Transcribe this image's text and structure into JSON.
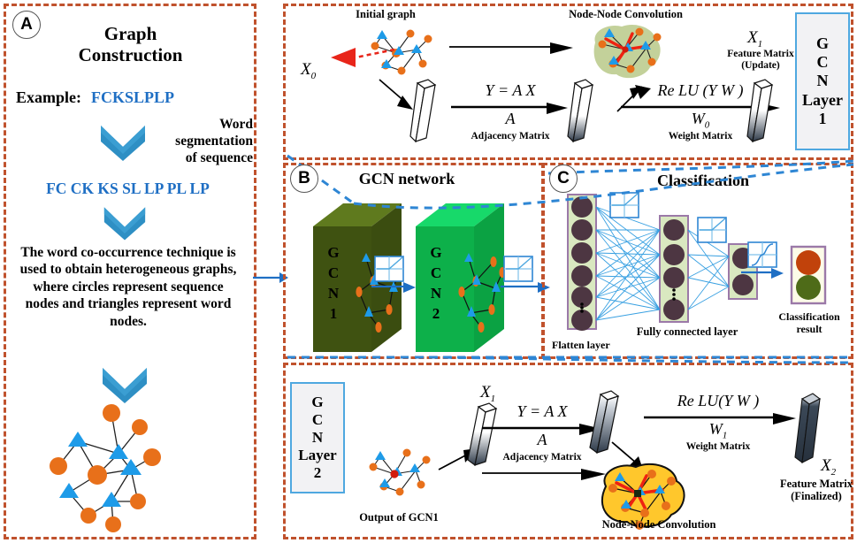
{
  "figure": {
    "type": "pipeline-diagram",
    "colors": {
      "panel_border": "#C0522D",
      "blue_dashed": "#2E86D4",
      "accent_blue": "#1F6FC4",
      "gcn1_green": "#3F5211",
      "gcn2_green": "#0DB04A",
      "node_circle_orange": "#E8701A",
      "node_triangle_blue": "#1E9BE8",
      "conv_blob_top": "#C3D19A",
      "conv_blob_bottom": "#FFC72C",
      "fc_node": "#4D3642",
      "fc_column": "#D9E8C0",
      "result_top": "#C1420B",
      "result_bottom": "#4E6B18"
    }
  },
  "panelA": {
    "badge": "A",
    "title_line1": "Graph",
    "title_line2": "Construction",
    "example_label": "Example:",
    "example_value": "FCKSLPLP",
    "arrow1_label_line1": "Word",
    "arrow1_label_line2": "segmentation",
    "arrow1_label_line3": "of sequence",
    "segmented": "FC CK KS SL LP PL LP",
    "description": "The word co-occurrence technique is used to obtain heterogeneous graphs, where circles represent sequence nodes and triangles represent word nodes."
  },
  "layer1": {
    "initial_graph_label": "Initial graph",
    "x0": "X",
    "x0_sub": "0",
    "eq1_main": "Y  =  A X",
    "eq1_den": "A",
    "eq1_den_label": "Adjacency Matrix",
    "conv_label": "Node-Node Convolution",
    "eq2_main": "Re LU (Y W )",
    "eq2_den": "W",
    "eq2_den_sub": "0",
    "eq2_den_label": "Weight Matrix",
    "x1": "X",
    "x1_sub": "1",
    "feature_label_line1": "Feature Matrix",
    "feature_label_line2": "(Update)",
    "box_letters": [
      "G",
      "C",
      "N",
      "Layer",
      "1"
    ]
  },
  "panelB": {
    "badge": "B",
    "title": "GCN network",
    "block1": [
      "G",
      "C",
      "N",
      "1"
    ],
    "block2": [
      "G",
      "C",
      "N",
      "2"
    ],
    "activation_icon": "relu-icon"
  },
  "panelC": {
    "badge": "C",
    "title": "Classification",
    "flatten_label": "Flatten layer",
    "fc_label": "Fully connected layer",
    "result_label_line1": "Classification",
    "result_label_line2": "result",
    "relu_icon": "relu-icon",
    "sigmoid_icon": "sigmoid-icon",
    "flatten_nodes": 6,
    "fc_nodes": 4,
    "output_nodes": 2,
    "result_classes": 2
  },
  "layer2": {
    "box_letters": [
      "G",
      "C",
      "N",
      "Layer",
      "2"
    ],
    "output_label": "Output of GCN1",
    "x1": "X",
    "x1_sub": "1",
    "eq1_main": "Y  =  A X",
    "eq1_den": "A",
    "eq1_den_label": "Adjacency Matrix",
    "conv_label": "Node-Node Convolution",
    "eq2_main": "Re LU(Y W )",
    "eq2_den": "W",
    "eq2_den_sub": "1",
    "eq2_den_label": "Weight Matrix",
    "x2": "X",
    "x2_sub": "2",
    "feature_label_line1": "Feature Matrix",
    "feature_label_line2": "(Finalized)"
  }
}
